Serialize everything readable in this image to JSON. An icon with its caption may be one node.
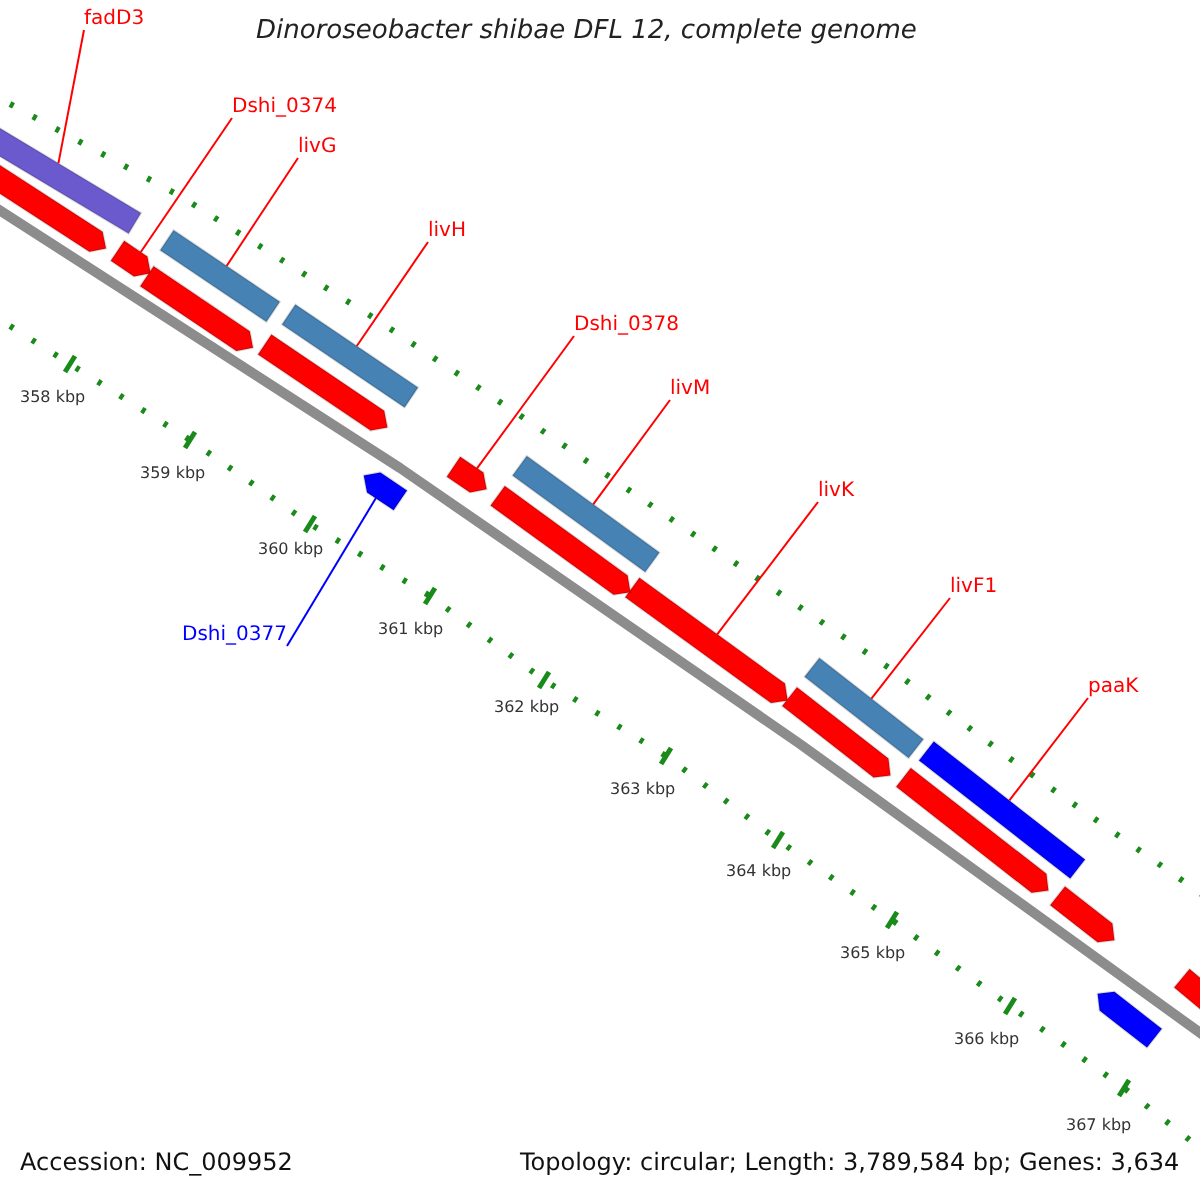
{
  "diagram": {
    "title": "Dinoroseobacter shibae DFL 12, complete genome",
    "nodes": [
      {
        "text": [
          "fadD3"
        ]
      },
      {
        "text": [],
        "shape": "bar"
      },
      {
        "text": [
          "Dshi_0374"
        ]
      },
      {
        "text": [],
        "shape": "bar"
      },
      {
        "text": [
          "livG"
        ]
      },
      {
        "text": [],
        "shape": "bar"
      },
      {
        "text": [
          "livH"
        ]
      },
      {
        "text": [],
        "shape": "bar"
      },
      {
        "text": [
          "Dshi_0378"
        ]
      },
      {
        "text": [],
        "shape": "bar"
      },
      {
        "text": [
          "livM"
        ]
      },
      {
        "text": [],
        "shape": "bar"
      },
      {
        "text": [
          "livK"
        ]
      },
      {
        "text": [],
        "shape": "bar"
      },
      {
        "text": [
          "livF1"
        ]
      },
      {
        "text": [],
        "shape": "bar"
      },
      {
        "text": [
          "paaK"
        ]
      },
      {
        "text": [],
        "shape": "bar"
      },
      {
        "text": [
          "Dshi_0377"
        ]
      },
      {
        "text": [],
        "shape": "bar"
      },
      {
        "text": [],
        "shape": "bar"
      },
      {
        "text": [],
        "shape": "bar"
      },
      {
        "text": [],
        "shape": "bar"
      },
      {
        "text": [],
        "shape": "bar"
      },
      {
        "text": [],
        "shape": "bar"
      },
      {
        "text": [],
        "shape": "bar"
      },
      {
        "text": [],
        "shape": "bar"
      },
      {
        "text": [],
        "shape": "bar"
      },
      {
        "text": [],
        "shape": "bar"
      }
    ],
    "edges": [
      {
        "from": 0,
        "to": 1,
        "arrow": "none"
      },
      {
        "from": 2,
        "to": 3,
        "arrow": "none"
      },
      {
        "from": 4,
        "to": 5,
        "arrow": "none"
      },
      {
        "from": 6,
        "to": 7,
        "arrow": "none"
      },
      {
        "from": 8,
        "to": 9,
        "arrow": "none"
      },
      {
        "from": 10,
        "to": 11,
        "arrow": "none"
      },
      {
        "from": 12,
        "to": 13,
        "arrow": "none"
      },
      {
        "from": 14,
        "to": 15,
        "arrow": "none"
      },
      {
        "from": 16,
        "to": 17,
        "arrow": "none"
      },
      {
        "from": 18,
        "to": 19,
        "arrow": "none",
        "color": "#0000ff"
      }
    ],
    "labels": [
      "358 kbp",
      "359 kbp",
      "360 kbp",
      "361 kbp",
      "362 kbp",
      "363 kbp",
      "364 kbp",
      "365 kbp",
      "366 kbp",
      "367 kbp",
      "Accession: NC_009952",
      "Topology: circular; Length: 3,789,584 bp; Genes: 3,634"
    ]
  }
}
